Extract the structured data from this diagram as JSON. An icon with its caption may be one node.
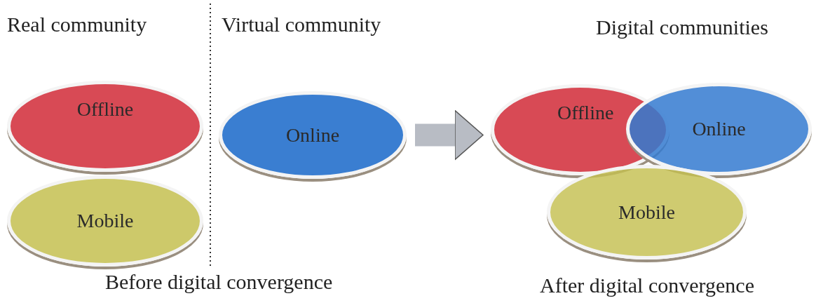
{
  "diagram": {
    "nodes": [
      {
        "text": [
          "Offline"
        ]
      },
      {
        "text": [
          "Mobile"
        ]
      },
      {
        "text": [
          "Online"
        ]
      },
      {
        "text": [
          "Offline"
        ]
      },
      {
        "text": [
          "Online"
        ]
      },
      {
        "text": [
          "Mobile"
        ]
      }
    ],
    "edges": [
      {
        "from": 2,
        "to": 3,
        "arrow": "to"
      }
    ],
    "labels": [
      "Real community",
      "Virtual community",
      "Digital communities",
      "Before digital convergence",
      "After digital convergence"
    ]
  }
}
